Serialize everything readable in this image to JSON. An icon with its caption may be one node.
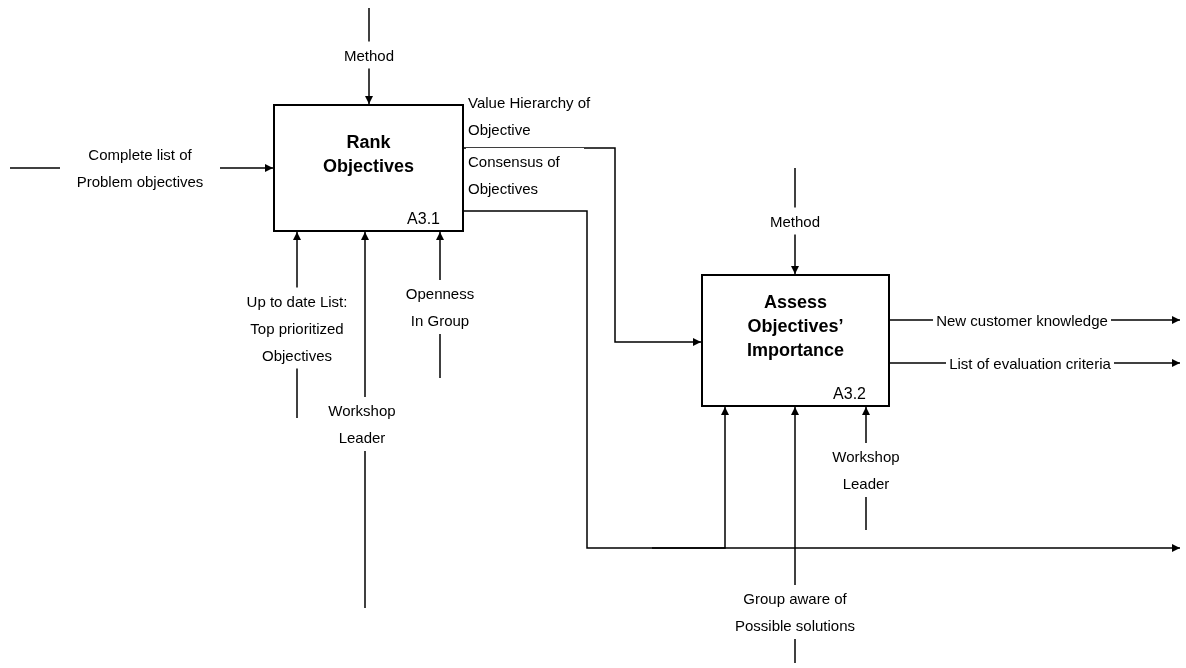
{
  "diagram": {
    "nodes": [
      {
        "text": [
          "Rank Objectives",
          "A3.1"
        ]
      },
      {
        "text": [
          "Assess Objectives’ Importance",
          "A3.2"
        ]
      }
    ],
    "edges": [
      {
        "from": null,
        "to": 0,
        "arrow": "to",
        "label": "Method"
      },
      {
        "from": null,
        "to": 0,
        "arrow": "to",
        "label": "Complete list of Problem objectives"
      },
      {
        "from": null,
        "to": 0,
        "arrow": "to",
        "label": "Up to date List: Top prioritized Objectives"
      },
      {
        "from": null,
        "to": 0,
        "arrow": "to",
        "label": "Workshop Leader"
      },
      {
        "from": null,
        "to": 0,
        "arrow": "to",
        "label": "Openness In Group"
      },
      {
        "from": 0,
        "to": 1,
        "arrow": "to",
        "label": "Value Hierarchy of Objective"
      },
      {
        "from": 0,
        "to": 1,
        "arrow": "to",
        "label": "Consensus of Objectives"
      },
      {
        "from": 0,
        "to": null,
        "arrow": "to"
      },
      {
        "from": null,
        "to": 1,
        "arrow": "to",
        "label": "Method"
      },
      {
        "from": 1,
        "to": null,
        "arrow": "to",
        "label": "New customer knowledge"
      },
      {
        "from": 1,
        "to": null,
        "arrow": "to",
        "label": "List of evaluation criteria"
      },
      {
        "from": null,
        "to": 1,
        "arrow": "to",
        "label": "Group aware of Possible solutions"
      },
      {
        "from": null,
        "to": 1,
        "arrow": "to",
        "label": "Workshop Leader"
      }
    ]
  }
}
